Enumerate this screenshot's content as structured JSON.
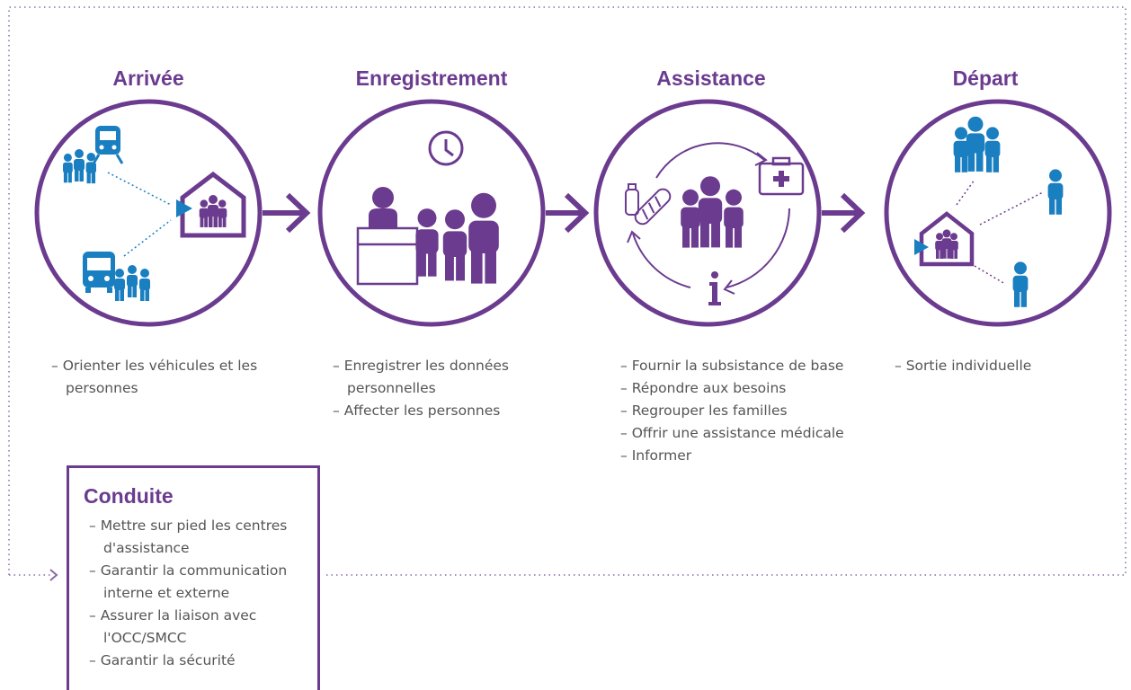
{
  "stages": [
    {
      "title": "Arrivée",
      "items": [
        "Orienter les véhicules et les personnes"
      ]
    },
    {
      "title": "Enregistrement",
      "items": [
        "Enregistrer les données personnelles",
        "Affecter les personnes"
      ]
    },
    {
      "title": "Assistance",
      "items": [
        "Fournir la subsistance de base",
        "Répondre aux besoins",
        "Regrouper les familles",
        "Offrir une assistance médicale",
        "Informer"
      ]
    },
    {
      "title": "Départ",
      "items": [
        "Sortie individuelle"
      ]
    }
  ],
  "conduite": {
    "title": "Conduite",
    "items": [
      "Mettre sur pied les centres d'assistance",
      "Garantir la communication interne et externe",
      "Assurer la liaison avec l'OCC/SMCC",
      "Garantir la sécurité"
    ]
  },
  "colors": {
    "purple": "#6b3b8f",
    "blue": "#1a7fc1",
    "dotted": "#8a6aa8",
    "text": "#555555"
  },
  "icons": [
    "train-icon",
    "bus-icon",
    "people-group-icon",
    "shelter-icon",
    "clock-icon",
    "reception-desk-icon",
    "bottle-icon",
    "bread-icon",
    "first-aid-kit-icon",
    "info-icon",
    "arrow-right-icon"
  ]
}
